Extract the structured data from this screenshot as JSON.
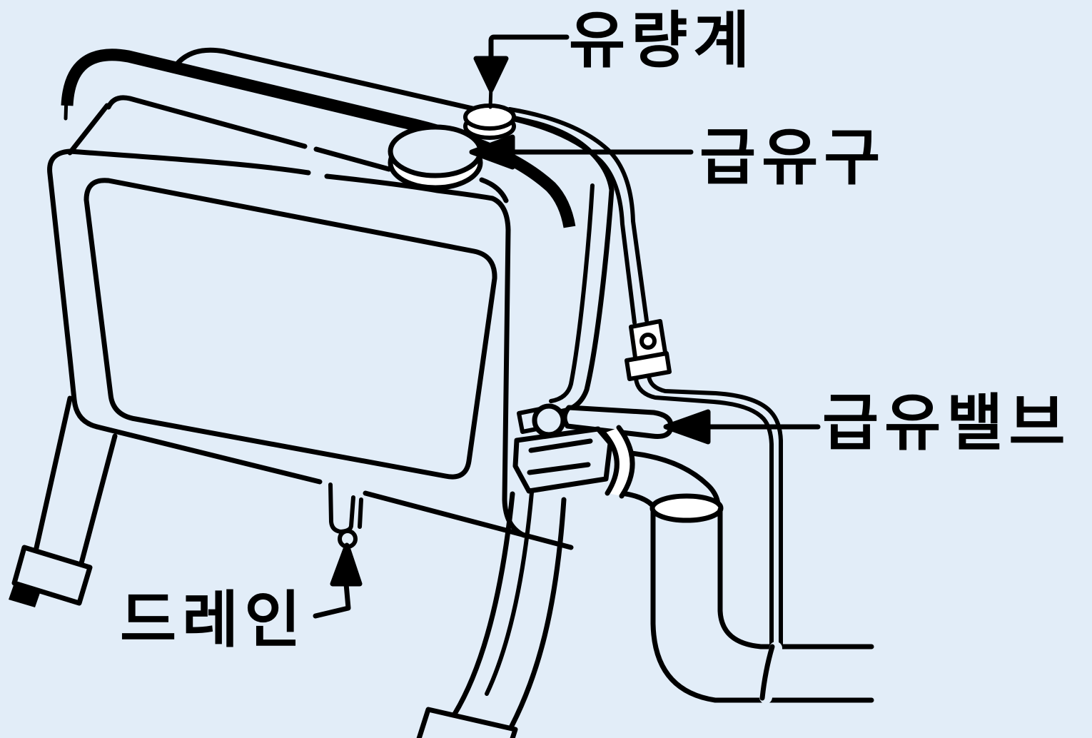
{
  "diagram": {
    "type": "technical-line-drawing",
    "background_color": "#e2edf8",
    "line_color": "#000000",
    "highlight_color": "#ffffff",
    "labels": {
      "flow_meter": "유량계",
      "filler_port": "급유구",
      "fuel_valve": "급유밸브",
      "drain": "드레인"
    }
  }
}
